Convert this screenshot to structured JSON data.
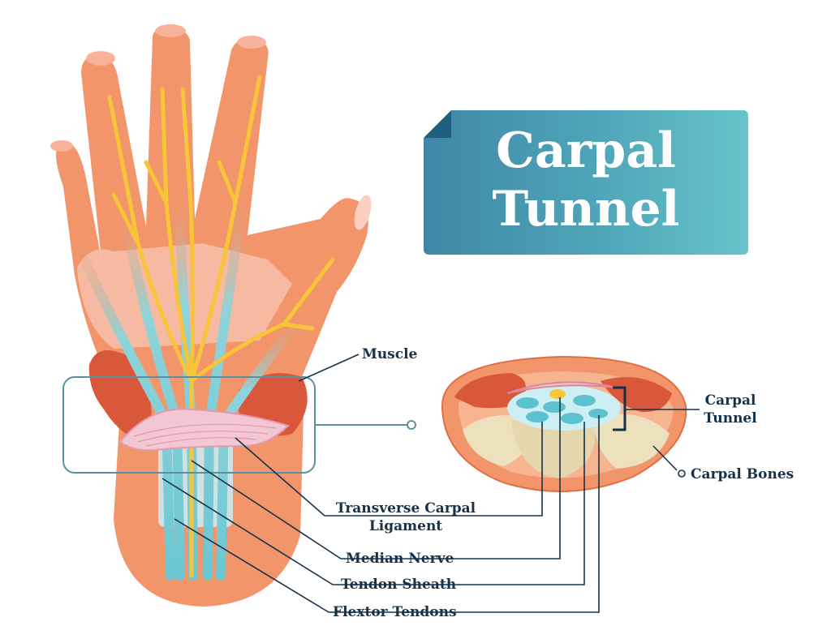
{
  "title": {
    "line1": "Carpal",
    "line2": "Tunnel"
  },
  "labels": {
    "muscle": "Muscle",
    "carpal_tunnel_line1": "Carpal",
    "carpal_tunnel_line2": "Tunnel",
    "carpal_bones": "Carpal Bones",
    "transverse_line1": "Transverse Carpal",
    "transverse_line2": "Ligament",
    "median_nerve": "Median Nerve",
    "tendon_sheath": "Tendon Sheath",
    "flexor_tendons": "Flextor Tendons"
  },
  "colors": {
    "skin": "#f2956a",
    "skin_dark": "#e06e47",
    "muscle": "#d9573a",
    "nerve": "#f7c43a",
    "tendon": "#5cc2cf",
    "ligament": "#f2c6d2",
    "bone": "#ece0bd",
    "label_text": "#16324a",
    "title_bg": "#4a9cb6"
  }
}
